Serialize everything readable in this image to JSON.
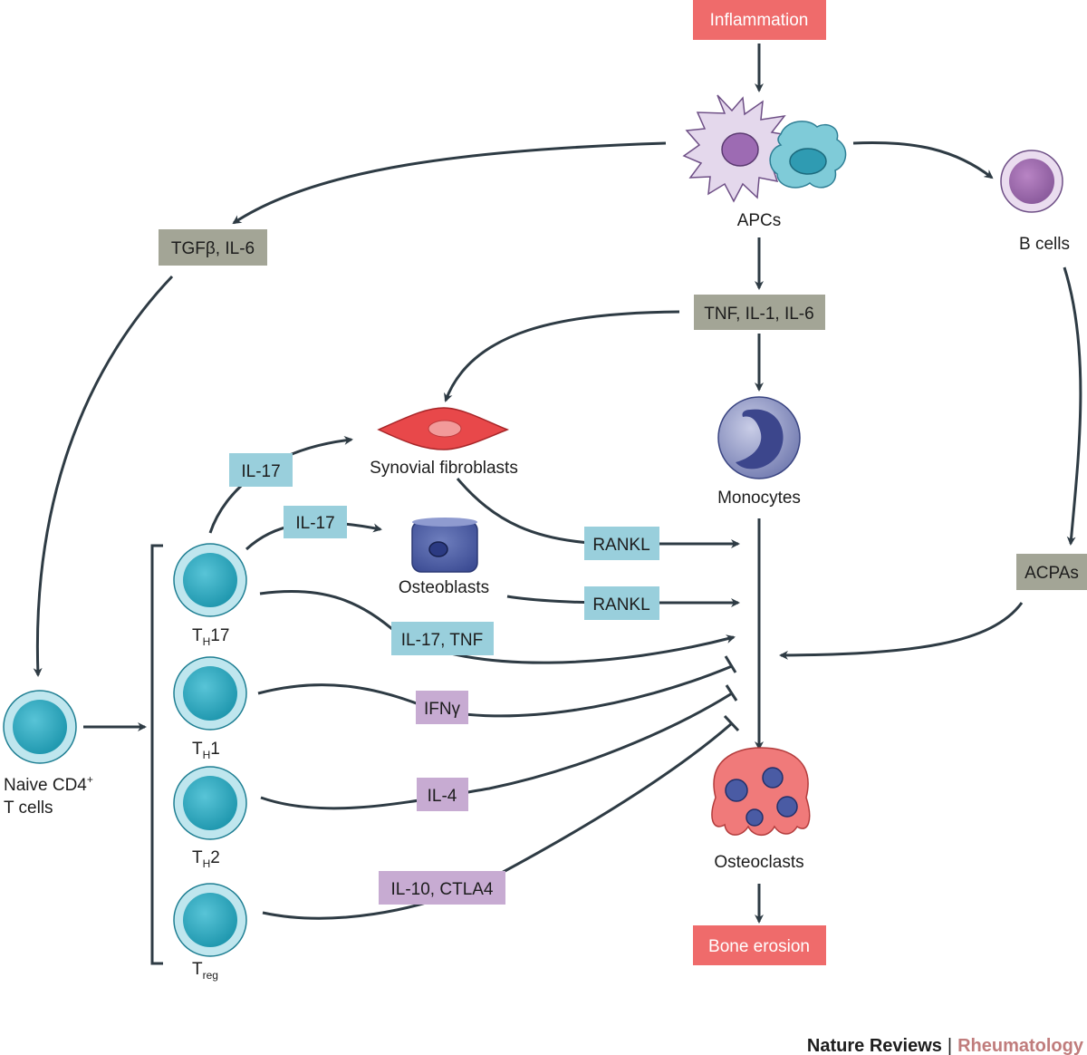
{
  "nodes": {
    "inflammation": "Inflammation",
    "apcs": "APCs",
    "b_cells": "B cells",
    "tgfb_il6": "TGFβ, IL-6",
    "tnf_il1_il6": "TNF, IL-1, IL-6",
    "synovial_fibroblasts": "Synovial fibroblasts",
    "monocytes": "Monocytes",
    "osteoblasts": "Osteoblasts",
    "osteoclasts": "Osteoclasts",
    "bone_erosion": "Bone erosion",
    "acpas": "ACPAs",
    "naive_cd4_line1": "Naive CD4",
    "naive_cd4_sup": "+",
    "naive_cd4_line2": "T cells",
    "th17_main": "T",
    "th17_sub": "H",
    "th17_rest": "17",
    "th1_main": "T",
    "th1_sub": "H",
    "th1_rest": "1",
    "th2_main": "T",
    "th2_sub": "H",
    "th2_rest": "2",
    "treg_main": "T",
    "treg_sub": "reg"
  },
  "cytokines": {
    "il17_a": "IL-17",
    "il17_b": "IL-17",
    "rankl_a": "RANKL",
    "rankl_b": "RANKL",
    "il17_tnf": "IL-17, TNF",
    "ifng": "IFNγ",
    "il4": "IL-4",
    "il10_ctla4": "IL-10, CTLA4"
  },
  "footer": {
    "journal": "Nature Reviews",
    "separator": "|",
    "subject": "Rheumatology"
  },
  "colors": {
    "red_box": "#ef6b6b",
    "grey_box": "#a3a596",
    "blue_box": "#99cfdc",
    "purple_box": "#c7abd2",
    "arrow": "#2e3b44",
    "tcell": "#3fb1c7",
    "brand_accent": "#c07c7c"
  }
}
